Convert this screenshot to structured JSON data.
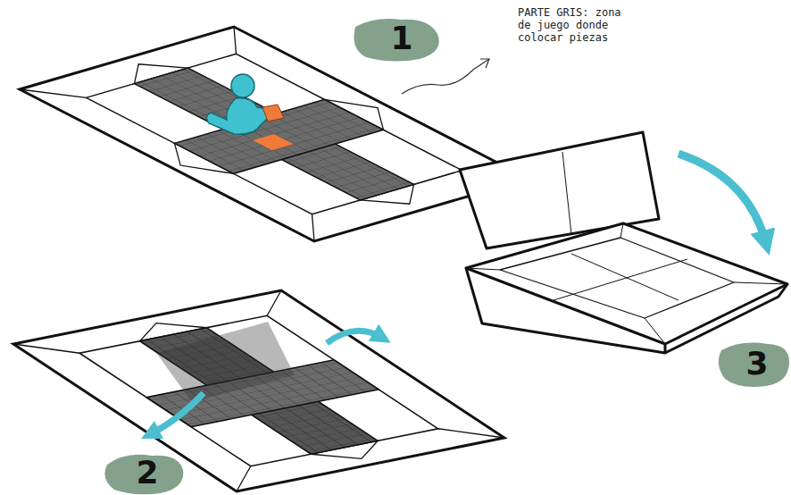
{
  "diagram": {
    "labels": [
      "1",
      "PARTE GRIS: zona de juego donde colocar piezas",
      "2",
      "3"
    ]
  }
}
